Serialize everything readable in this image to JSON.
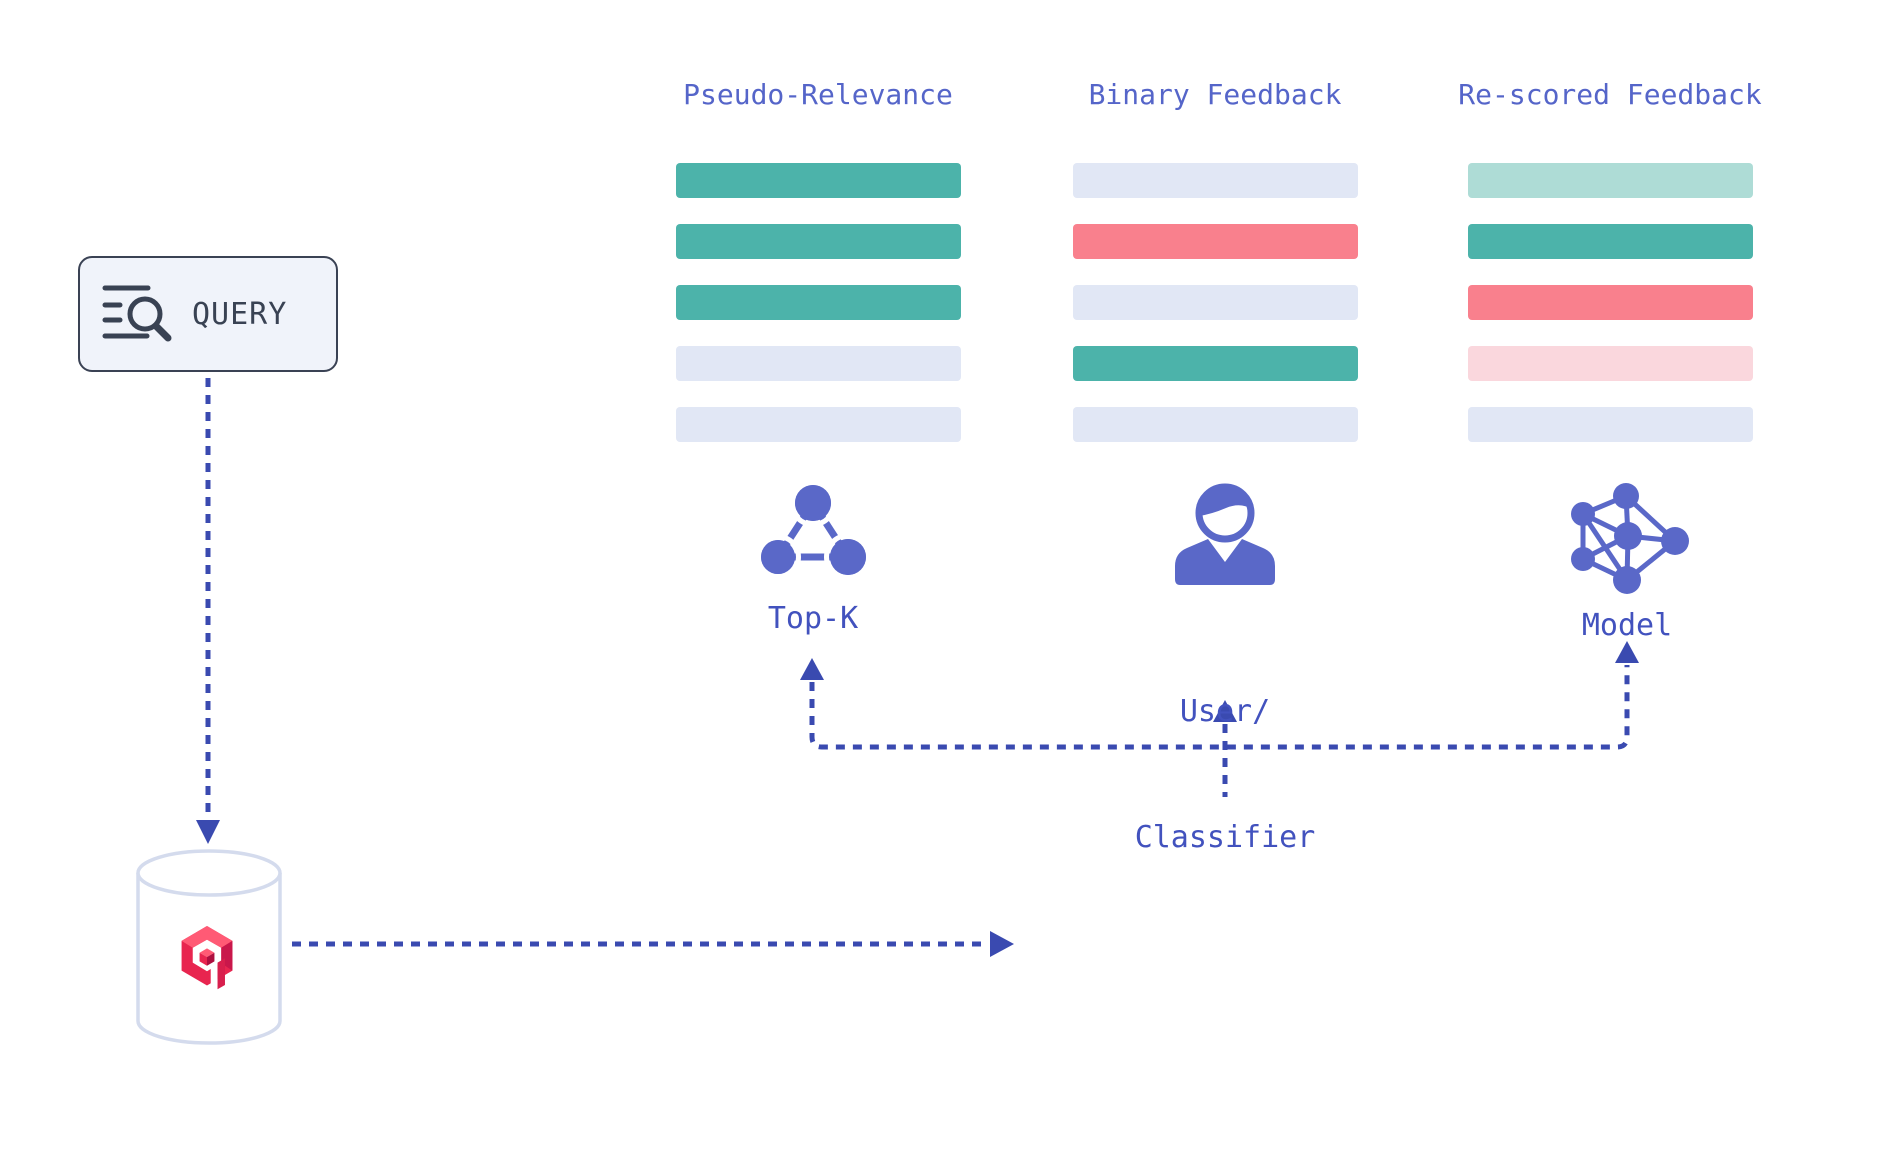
{
  "palette": {
    "teal": "#4CB3AA",
    "teal_light": "#AEDCD6",
    "red": "#F9808D",
    "red_light": "#FAD7DD",
    "neutral": "#E1E7F5",
    "indigo": "#3D4DB4",
    "indigo_light": "#7584CF",
    "arrow": "#3A4AB0",
    "icon": "#5A68C8",
    "header_text": "#5565C9",
    "label_text": "#4252BE",
    "query_ink": "#394253",
    "cylinder_stroke": "#D4DBED",
    "logo_light": "#FF5A75",
    "logo_main": "#E8254F",
    "logo_dark": "#C9174B",
    "logo_deep": "#AD0F3F"
  },
  "columns": [
    {
      "label": "Pseudo-Relevance",
      "icon": "cluster-icon",
      "icon_label_lines": [
        "Top-K"
      ],
      "bars": [
        "teal",
        "teal",
        "teal",
        "neutral",
        "neutral"
      ]
    },
    {
      "label": "Binary Feedback",
      "icon": "user-icon",
      "icon_label_lines": [
        "User/",
        "Classifier"
      ],
      "bars": [
        "neutral",
        "red",
        "neutral",
        "teal",
        "neutral"
      ]
    },
    {
      "label": "Re-scored Feedback",
      "icon": "model-icon",
      "icon_label_lines": [
        "Model"
      ],
      "bars": [
        "teal_light",
        "teal",
        "red",
        "red_light",
        "neutral"
      ]
    }
  ],
  "query": {
    "label": "QUERY",
    "icon": "search-list-icon"
  },
  "database": {
    "name": "qdrant-vector-database",
    "icon": "qdrant-logo"
  },
  "result_stack": {
    "bars": [
      "indigo",
      "indigo",
      "indigo",
      "indigo_light",
      "neutral"
    ]
  }
}
